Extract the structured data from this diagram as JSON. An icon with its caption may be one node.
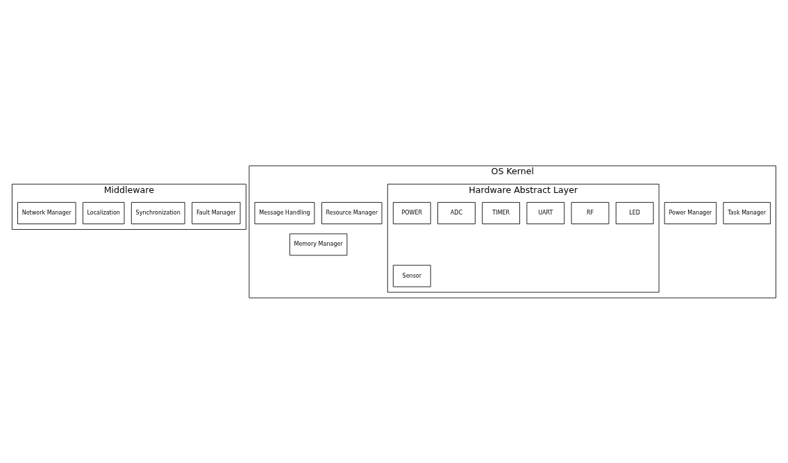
{
  "diagram": {
    "nodes": [
      {
        "text": [
          "Middleware"
        ]
      },
      {
        "text": [
          "Fault Manager"
        ],
        "in": 0
      },
      {
        "text": [
          "Synchronization"
        ],
        "in": 0
      },
      {
        "text": [
          "Localization"
        ],
        "in": 0
      },
      {
        "text": [
          "Network Manager"
        ],
        "in": 0
      },
      {
        "text": [
          "OS Kernel"
        ]
      },
      {
        "text": [
          "Task Manager"
        ],
        "in": 5
      },
      {
        "text": [
          "Power Manager"
        ],
        "in": 5
      },
      {
        "text": [
          "Memory Manager"
        ],
        "in": 5
      },
      {
        "text": [
          "Resource Manager"
        ],
        "in": 5
      },
      {
        "text": [
          "Message Handling"
        ],
        "in": 5
      },
      {
        "text": [
          "Hardware Abstract Layer"
        ],
        "in": 5
      },
      {
        "text": [
          "LED"
        ],
        "in": 11
      },
      {
        "text": [
          "RF"
        ],
        "in": 11
      },
      {
        "text": [
          "UART"
        ],
        "in": 11
      },
      {
        "text": [
          "Sensor"
        ],
        "in": 11
      },
      {
        "text": [
          "TIMER"
        ],
        "in": 11
      },
      {
        "text": [
          "ADC"
        ],
        "in": 11
      },
      {
        "text": [
          "POWER"
        ],
        "in": 11
      }
    ]
  }
}
